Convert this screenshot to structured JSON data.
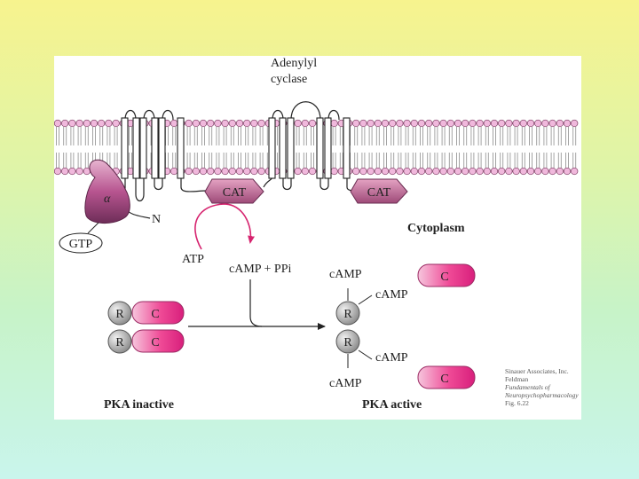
{
  "membrane": {
    "enzyme_label_line1": "Adenylyl",
    "enzyme_label_line2": "cyclase",
    "cat_label_1": "CAT",
    "cat_label_2": "CAT"
  },
  "g_protein": {
    "alpha_label": "α",
    "n_label": "N",
    "gtp_label": "GTP"
  },
  "cytoplasm_label": "Cytoplasm",
  "reaction": {
    "atp_label": "ATP",
    "products_label": "cAMP + PPi"
  },
  "pka_inactive": {
    "title": "PKA inactive",
    "r_label_top": "R",
    "c_label_top": "C",
    "r_label_bottom": "R",
    "c_label_bottom": "C"
  },
  "pka_active": {
    "title": "PKA active",
    "r_label_top": "R",
    "r_label_bottom": "R",
    "c_label_top": "C",
    "c_label_bottom": "C",
    "camp_top_left": "cAMP",
    "camp_top_right": "cAMP",
    "camp_bottom_right": "cAMP",
    "camp_bottom_left": "cAMP"
  },
  "credit": {
    "line1": "Sinauer Associates, Inc.",
    "line2": "Feldman",
    "line3": "Fundamentals of",
    "line4": "Neuropsychopharmacology",
    "line5": "Fig. 6.22"
  },
  "colors": {
    "lipid_head": "#f0b8dc",
    "lipid_head_stroke": "#7a3a60",
    "tail": "#9a9a9a",
    "cat_fill": "#c8709c",
    "c_subunit": "#ec2d8c",
    "r_subunit": "#a8a8a8",
    "arrow_magenta": "#d6246f"
  }
}
